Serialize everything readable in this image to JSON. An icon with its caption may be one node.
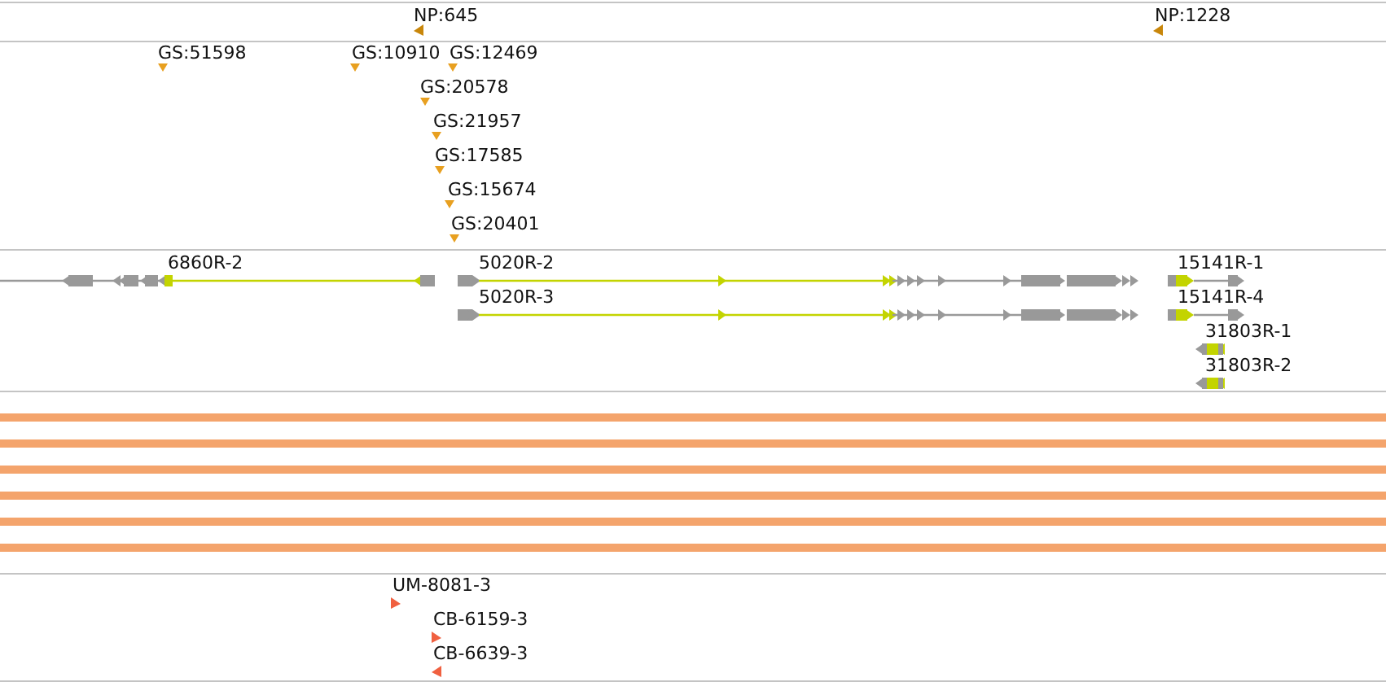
{
  "diagram": {
    "labels": [
      "NP:645",
      "NP:1228",
      "GS:51598",
      "GS:10910",
      "GS:12469",
      "GS:20578",
      "GS:21957",
      "GS:17585",
      "GS:15674",
      "GS:20401",
      "6860R-2",
      "5020R-2",
      "15141R-1",
      "5020R-3",
      "15141R-4",
      "31803R-1",
      "31803R-2",
      "UM-8081-3",
      "CB-6159-3",
      "CB-6639-3"
    ]
  }
}
